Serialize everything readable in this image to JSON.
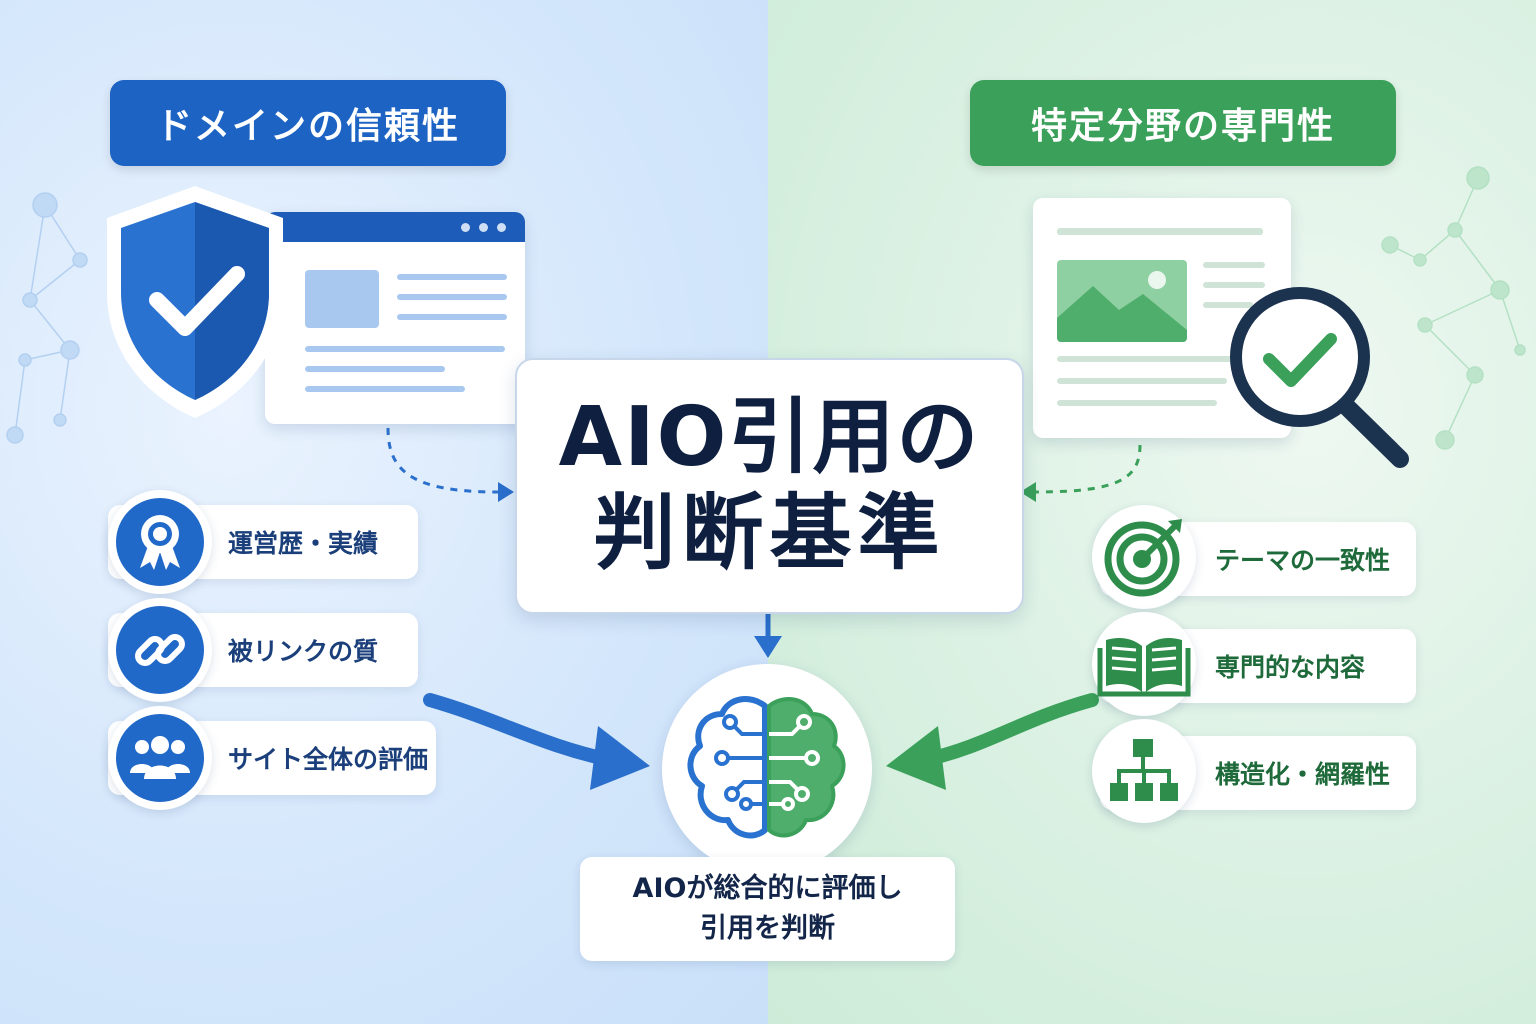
{
  "left_panel": {
    "title": "ドメインの信頼性",
    "items": [
      {
        "label": "運営歴・実績",
        "icon": "award-ribbon-icon"
      },
      {
        "label": "被リンクの質",
        "icon": "link-icon"
      },
      {
        "label": "サイト全体の評価",
        "icon": "users-group-icon"
      }
    ]
  },
  "right_panel": {
    "title": "特定分野の専門性",
    "items": [
      {
        "label": "テーマの一致性",
        "icon": "target-icon"
      },
      {
        "label": "専門的な内容",
        "icon": "open-book-icon"
      },
      {
        "label": "構造化・網羅性",
        "icon": "hierarchy-icon"
      }
    ]
  },
  "center": {
    "line1": "AIO引用の",
    "line2": "判断基準"
  },
  "result": {
    "line1": "AIOが総合的に評価し",
    "line2": "引用を判断"
  },
  "colors": {
    "blue": "#1d63c4",
    "green": "#3aa05a",
    "navy": "#0e1f3f"
  }
}
